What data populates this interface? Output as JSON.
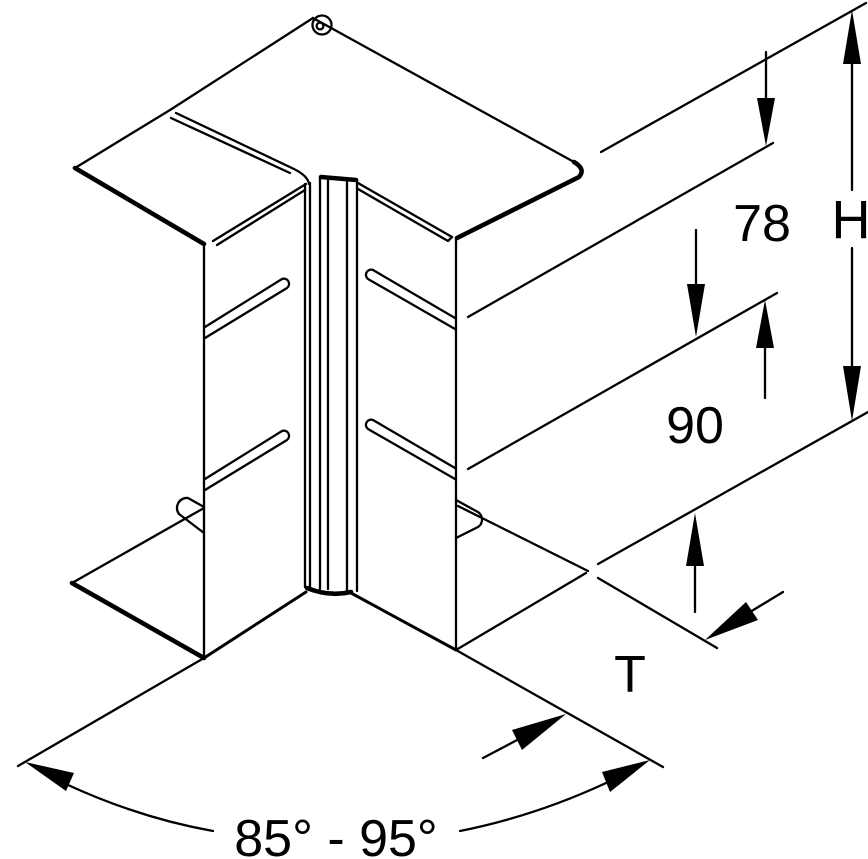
{
  "drawing": {
    "colors": {
      "line": "#000000",
      "background": "#ffffff"
    },
    "labels": {
      "height_78": "78",
      "height_90": "90",
      "total_height": "H",
      "depth": "T",
      "angle_range": "85° - 95°"
    }
  }
}
